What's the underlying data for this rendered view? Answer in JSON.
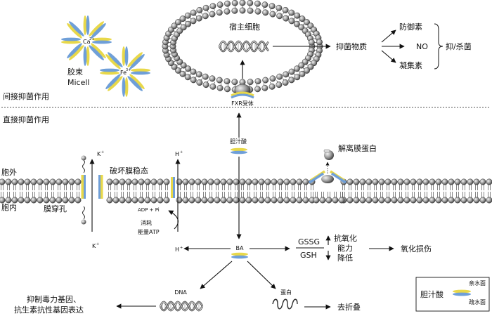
{
  "labels": {
    "host_cell": "宿主细胞",
    "fxr_receptor": "FXR受体",
    "antibacterial_substances": "抑菌物质",
    "defensin": "防御素",
    "no": "NO",
    "agglutinin": "凝集素",
    "inhibit_kill": "抑/杀菌",
    "micelle_cn": "胶束",
    "micelle_en": "Micell",
    "ca_ion": "Ca",
    "ca_charge": "2+",
    "fe_ion": "Fe",
    "fe_charge": "3+",
    "indirect": "间接抑菌作用",
    "direct": "直接抑菌作用",
    "bile_acid": "胆汁酸",
    "outside": "胞外",
    "inside": "胞内",
    "pore": "膜穿孔",
    "destroy_membrane": "破坏膜稳态",
    "k_top": "K",
    "k_top_charge": "+",
    "h_top": "H",
    "h_top_charge": "+",
    "k_bottom": "K",
    "k_bottom_charge": "+",
    "dissociate_protein": "解离膜蛋白",
    "adp_pi": "ADP + Pi",
    "consume": "消耗",
    "energy_atp": "能量ATP",
    "h_bottom": "H",
    "h_bottom_charge": "+",
    "ba": "BA",
    "gssg": "GSSG",
    "gsh": "GSH",
    "antioxidant_1": "抗氧化",
    "antioxidant_2": "能力",
    "antioxidant_3": "降低",
    "oxidative_damage": "氧化损伤",
    "dna": "DNA",
    "protein": "蛋白",
    "misfold": "去折叠",
    "gene_line1": "抑制毒力基因、",
    "gene_line2": "抗生素抗性基因表达",
    "legend_title": "胆汁酸",
    "legend_hydrophilic": "亲水面",
    "legend_hydrophobic": "疏水面"
  },
  "colors": {
    "hydrophilic": "#e8d84a",
    "hydrophobic": "#6f9fd8",
    "lipid_head": "#8c8c8c"
  }
}
